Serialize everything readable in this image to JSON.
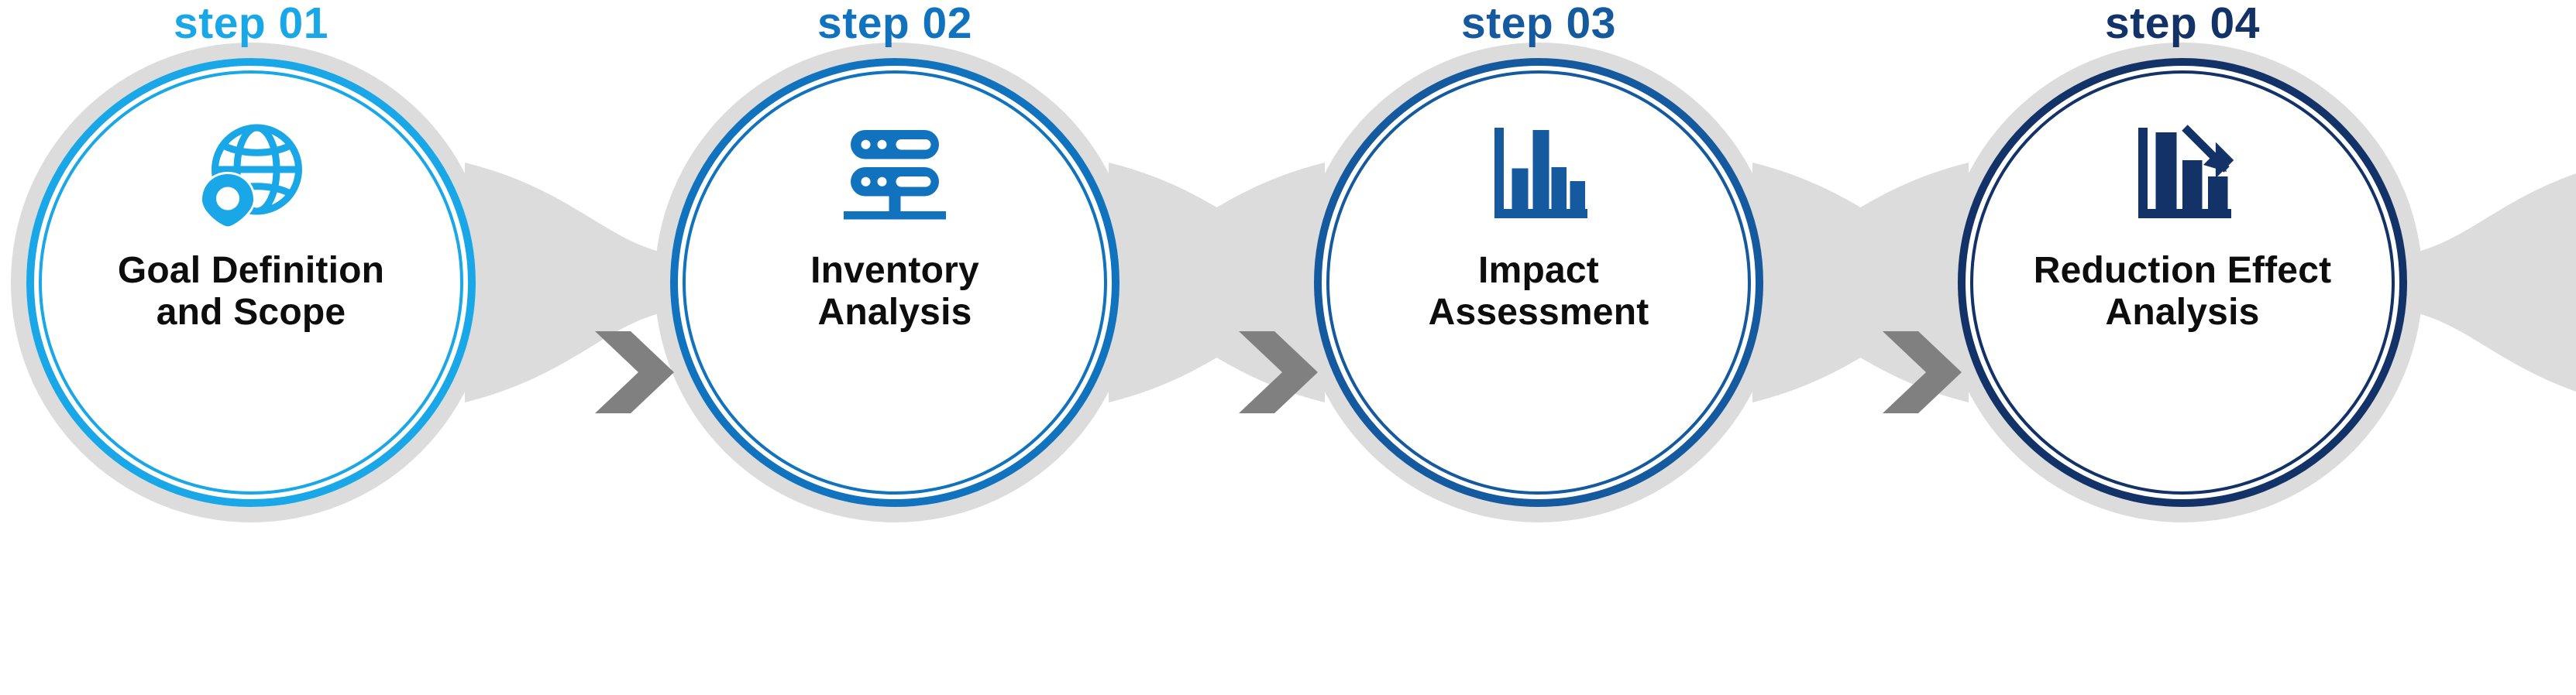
{
  "diagram": {
    "type": "process-flow",
    "orientation": "horizontal",
    "step_count": 4,
    "background_color": "#ffffff",
    "connector_color": "#dcdcdc",
    "arrow_color": "#808080",
    "title_text_color": "#0d0d0d"
  },
  "steps": [
    {
      "label": "step 01",
      "color": "#1AA7E8",
      "icon": "globe-location-pin-icon",
      "title_lines": [
        "Goal Definition",
        "and Scope"
      ]
    },
    {
      "label": "step 02",
      "color": "#1173BE",
      "icon": "server-stack-icon",
      "title_lines": [
        "Inventory",
        "Analysis"
      ]
    },
    {
      "label": "step 03",
      "color": "#15599E",
      "icon": "bar-chart-icon",
      "title_lines": [
        "Impact",
        "Assessment"
      ]
    },
    {
      "label": "step 04",
      "color": "#123268",
      "icon": "bar-chart-decline-arrow-icon",
      "title_lines": [
        "Reduction Effect",
        "Analysis"
      ]
    }
  ],
  "arrows": [
    {
      "name": "chevron-right-icon",
      "color": "#808080"
    },
    {
      "name": "chevron-right-icon",
      "color": "#808080"
    },
    {
      "name": "chevron-right-icon",
      "color": "#808080"
    }
  ],
  "chart_data": {
    "type": "bar",
    "title": "",
    "categories": [
      "1",
      "2",
      "3",
      "4"
    ],
    "series": [
      {
        "name": "Impact Assessment icon bars",
        "values": [
          60,
          100,
          62,
          40
        ]
      },
      {
        "name": "Reduction Effect icon bars",
        "values": [
          100,
          66,
          44
        ]
      }
    ],
    "xlabel": "",
    "ylabel": "",
    "ylim": [
      0,
      100
    ],
    "grid": false,
    "legend": "none"
  }
}
